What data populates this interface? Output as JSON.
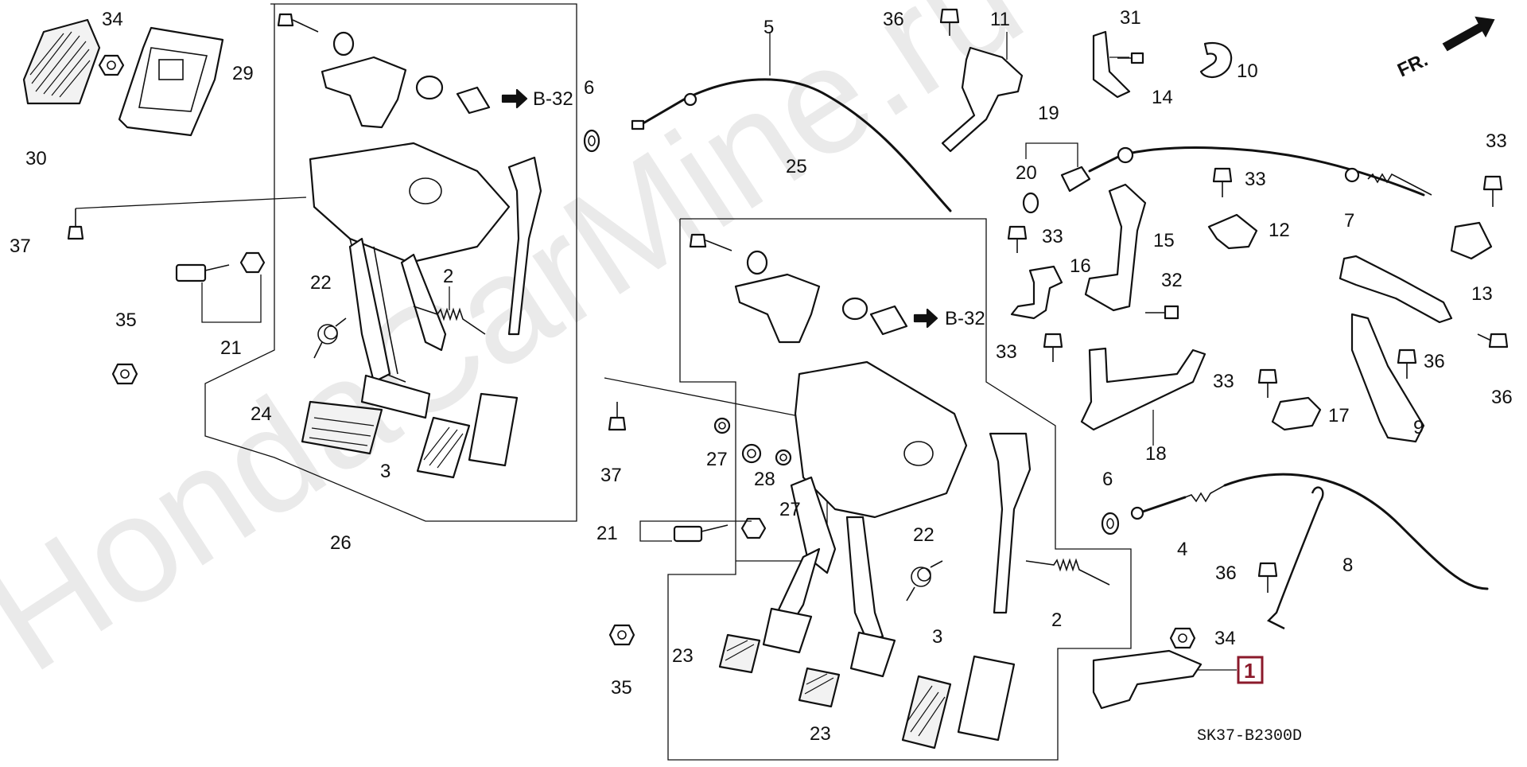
{
  "diagram": {
    "watermark": "HondaCarMine.ru",
    "direction_label": "FR.",
    "diagram_code": "SK37-B2300D",
    "refs": [
      "B-32",
      "B-32"
    ],
    "highlight_color": "#8b1a2b",
    "callouts": {
      "c1": "1",
      "c2a": "2",
      "c2b": "2",
      "c3a": "3",
      "c3b": "3",
      "c4": "4",
      "c5": "5",
      "c6a": "6",
      "c6b": "6",
      "c7": "7",
      "c8": "8",
      "c9": "9",
      "c10": "10",
      "c11": "11",
      "c12": "12",
      "c13": "13",
      "c14": "14",
      "c15": "15",
      "c16": "16",
      "c17": "17",
      "c18": "18",
      "c19": "19",
      "c20": "20",
      "c21a": "21",
      "c21b": "21",
      "c22a": "22",
      "c22b": "22",
      "c23a": "23",
      "c23b": "23",
      "c24": "24",
      "c25": "25",
      "c26": "26",
      "c27a": "27",
      "c27b": "27",
      "c28": "28",
      "c29": "29",
      "c30": "30",
      "c31": "31",
      "c32": "32",
      "c33a": "33",
      "c33b": "33",
      "c33c": "33",
      "c33d": "33",
      "c33e": "33",
      "c34a": "34",
      "c34b": "34",
      "c35a": "35",
      "c35b": "35",
      "c36a": "36",
      "c36b": "36",
      "c36c": "36",
      "c36d": "36",
      "c37a": "37",
      "c37b": "37"
    }
  }
}
